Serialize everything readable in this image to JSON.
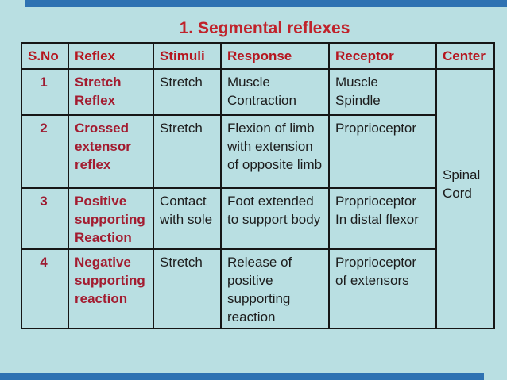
{
  "colors": {
    "background": "#b9dfe2",
    "accent_bar": "#2e72b2",
    "title_red": "#c0232b",
    "header_red": "#b5161f",
    "reflex_red": "#a31c30",
    "number_red": "#9d1b31",
    "body_text": "#1c1c1c",
    "border": "#161616"
  },
  "title": "1. Segmental reflexes",
  "table": {
    "headers": [
      "S.No",
      "Reflex",
      "Stimuli",
      "Response",
      "Receptor",
      "Center"
    ],
    "rows": [
      {
        "sno": "1",
        "reflex": "Stretch\nReflex",
        "stimuli": "Stretch",
        "response": "Muscle\nContraction",
        "receptor": "Muscle\nSpindle"
      },
      {
        "sno": "2",
        "reflex": "Crossed\nextensor\nreflex",
        "stimuli": "Stretch",
        "response": "Flexion of limb\nwith extension\nof opposite limb",
        "receptor": "Proprioceptor"
      },
      {
        "sno": "3",
        "reflex": "Positive\nsupporting\nReaction",
        "stimuli": "Contact\nwith sole",
        "response": "Foot extended\nto support body",
        "receptor": "Proprioceptor\nIn distal flexor"
      },
      {
        "sno": "4",
        "reflex": "Negative\nsupporting\nreaction",
        "stimuli": "Stretch",
        "response": "Release of\npositive\nsupporting\nreaction",
        "receptor": "Proprioceptor\nof extensors"
      }
    ],
    "center": "Spinal\nCord"
  }
}
